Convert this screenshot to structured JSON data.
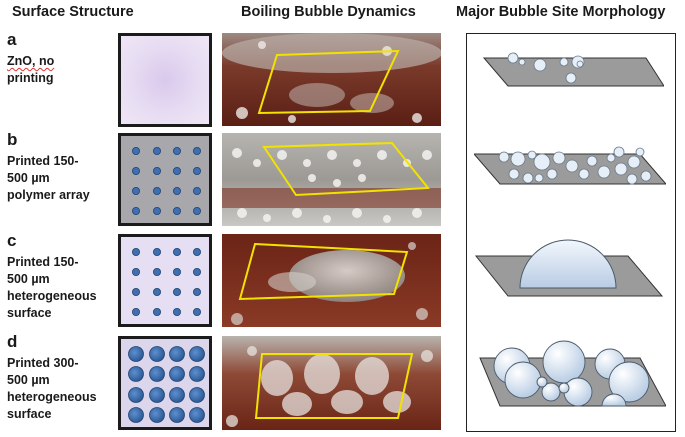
{
  "headers": {
    "surface": "Surface Structure",
    "boiling": "Boiling Bubble Dynamics",
    "morphology": "Major Bubble Site Morphology"
  },
  "rows": [
    {
      "letter": "a",
      "label_lines": [
        "ZnO, no",
        "printing"
      ],
      "surface_fill": "#e4d8f0",
      "dots": "none"
    },
    {
      "letter": "b",
      "label_lines": [
        "Printed 150-",
        "500 µm",
        "polymer array"
      ],
      "surface_fill": "#a9a9ad",
      "dots": "small"
    },
    {
      "letter": "c",
      "label_lines": [
        "Printed 150-",
        "500 µm",
        "heterogeneous",
        "surface"
      ],
      "surface_fill": "#e6dff3",
      "dots": "small"
    },
    {
      "letter": "d",
      "label_lines": [
        "Printed 300-",
        "500 µm",
        "heterogeneous",
        "surface"
      ],
      "surface_fill": "#dcd6ec",
      "dots": "large"
    }
  ],
  "colors": {
    "dot": "#3f6fb0",
    "frame": "#f2e200",
    "plate": "#9b9b9b",
    "liquid": "#6e2a1c"
  }
}
